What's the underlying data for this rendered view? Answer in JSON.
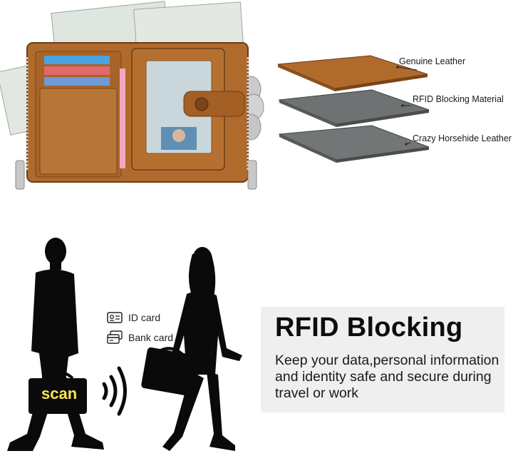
{
  "layers": {
    "genuine": "Genuine Leather",
    "rfid": "RFID Blocking Material",
    "crazy": "Crazy Horsehide Leather"
  },
  "legend": {
    "id_card": "ID card",
    "bank_card": "Bank card"
  },
  "scan_label": "scan",
  "panel": {
    "title": "RFID Blocking",
    "description": "Keep your data,personal information and identity safe and secure during travel or work"
  },
  "colors": {
    "leather": "#b06a2c",
    "leather_dark": "#8a5220",
    "rfid_layer": "#6f7273",
    "horse_layer": "#727677",
    "panel_bg": "#efefef",
    "silhouette": "#0a0a0a",
    "scan_text": "#f7e84a"
  }
}
